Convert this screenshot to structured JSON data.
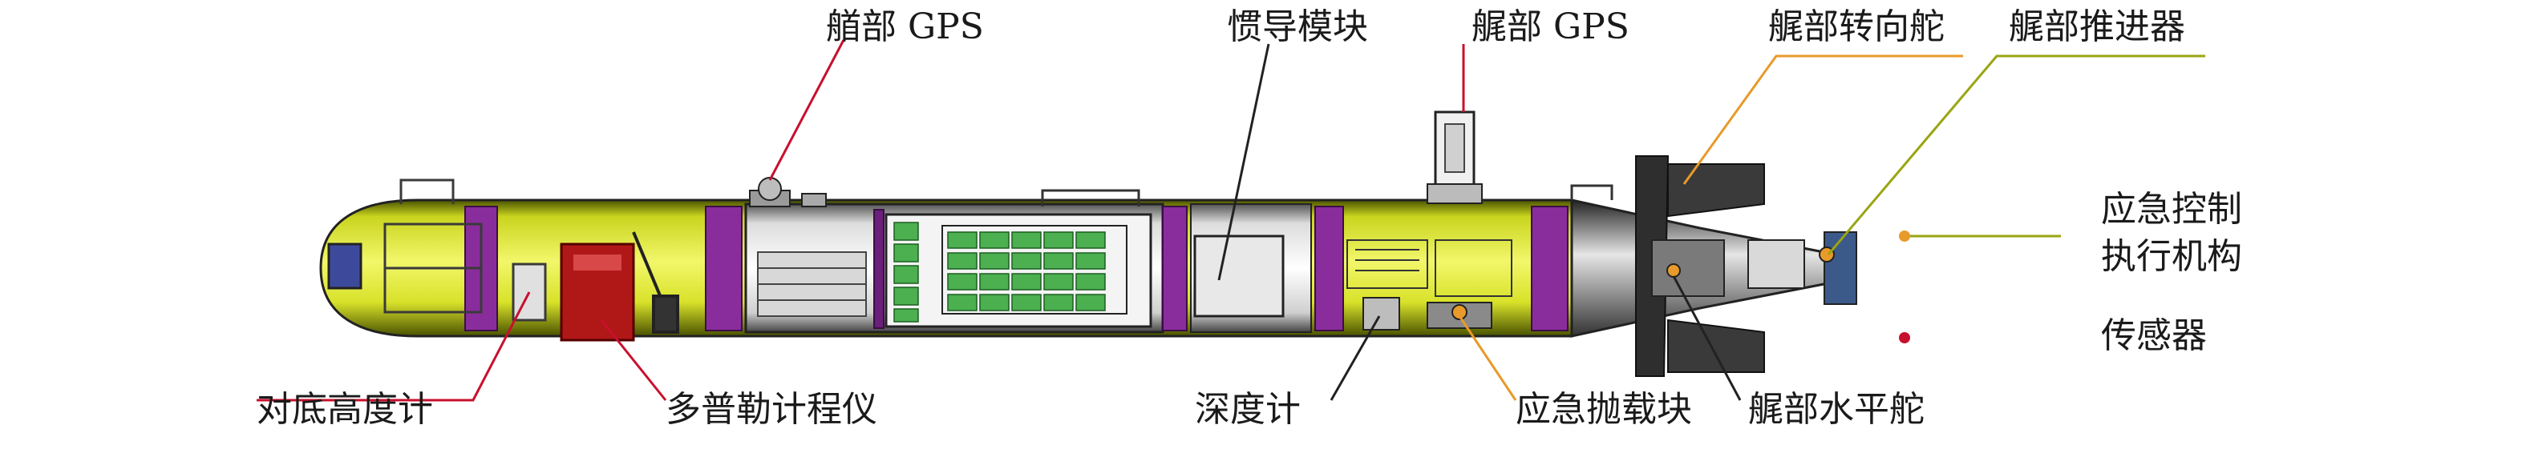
{
  "labels": {
    "bow_gps": "艏部 GPS",
    "ins": "惯导模块",
    "stern_gps": "艉部 GPS",
    "stern_rudder": "艉部转向舵",
    "stern_thruster": "艉部推进器",
    "emergency_actuator_line1": "应急控制",
    "emergency_actuator_line2": "执行机构",
    "sensor": "传感器",
    "altimeter": "对底高度计",
    "dvl": "多普勒计程仪",
    "depth_gauge": "深度计",
    "drop_weight": "应急抛载块",
    "stern_elevator": "艉部水平舵"
  },
  "colors": {
    "hull_yellow": "#e8f030",
    "hull_shadow": "#6e7a10",
    "purple_bulkhead": "#8a2d9c",
    "battery_green": "#4caf50",
    "dvl_red": "#b01818",
    "leader_orange": "#e89a2a",
    "leader_olive": "#9aa512",
    "leader_red": "#c8102e"
  }
}
